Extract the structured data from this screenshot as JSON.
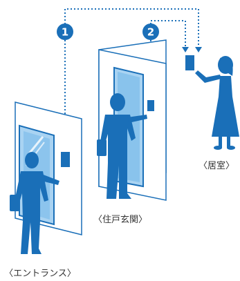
{
  "colors": {
    "blue": "#1a6fb8",
    "light_blue": "#a9d3f2",
    "glass_blue": "#6fb6e8",
    "panel_outline": "#1a6fb8",
    "text": "#333333"
  },
  "badges": {
    "first": "1",
    "second": "2"
  },
  "labels": {
    "entrance": "〈エントランス〉",
    "unit_door": "〈住戸玄関〉",
    "room": "〈居室〉"
  },
  "icons": [
    "person-icon",
    "door-icon",
    "intercom-icon",
    "dotted-connection-line"
  ]
}
